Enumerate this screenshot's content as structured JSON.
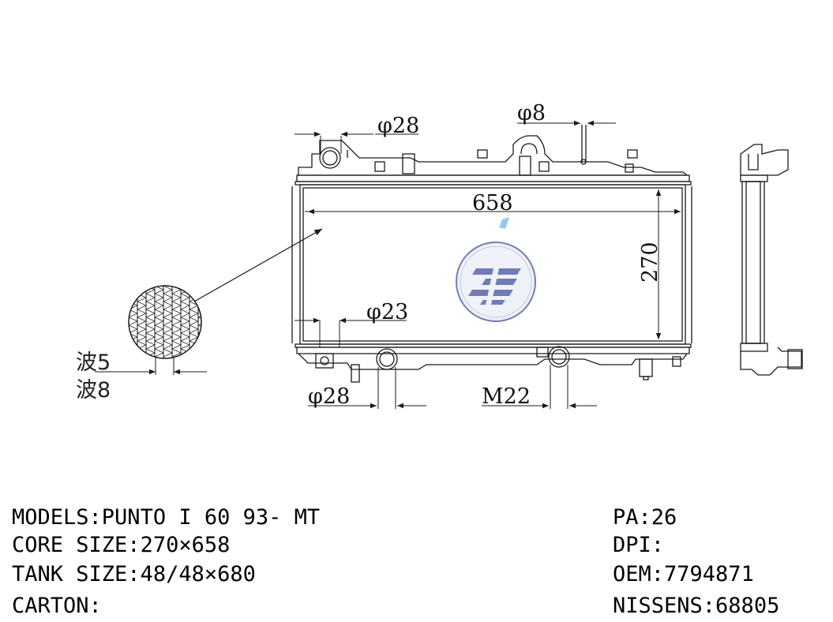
{
  "dimensions": {
    "inlet_top": "φ28",
    "vent": "φ8",
    "core_width": "658",
    "core_height": "270",
    "side_port": "φ23",
    "outlet_bottom": "φ28",
    "drain": "M22"
  },
  "fin": {
    "wave_a": "波5",
    "wave_b": "波8"
  },
  "specs_left": [
    {
      "label": "MODELS:",
      "value": "PUNTO I 60 93- MT"
    },
    {
      "label": "CORE SIZE:",
      "value": "270×658"
    },
    {
      "label": "TANK SIZE:",
      "value": "48/48×680"
    },
    {
      "label": "CARTON:",
      "value": ""
    }
  ],
  "specs_right": [
    {
      "label": "PA:",
      "value": "26"
    },
    {
      "label": "DPI:",
      "value": ""
    },
    {
      "label": "OEM:",
      "value": "7794871"
    },
    {
      "label": "NISSENS:",
      "value": "68805"
    }
  ],
  "colors": {
    "line": "#1a1a1a",
    "logo": "#5a66a8",
    "logo_fill": "#eef0f8"
  }
}
